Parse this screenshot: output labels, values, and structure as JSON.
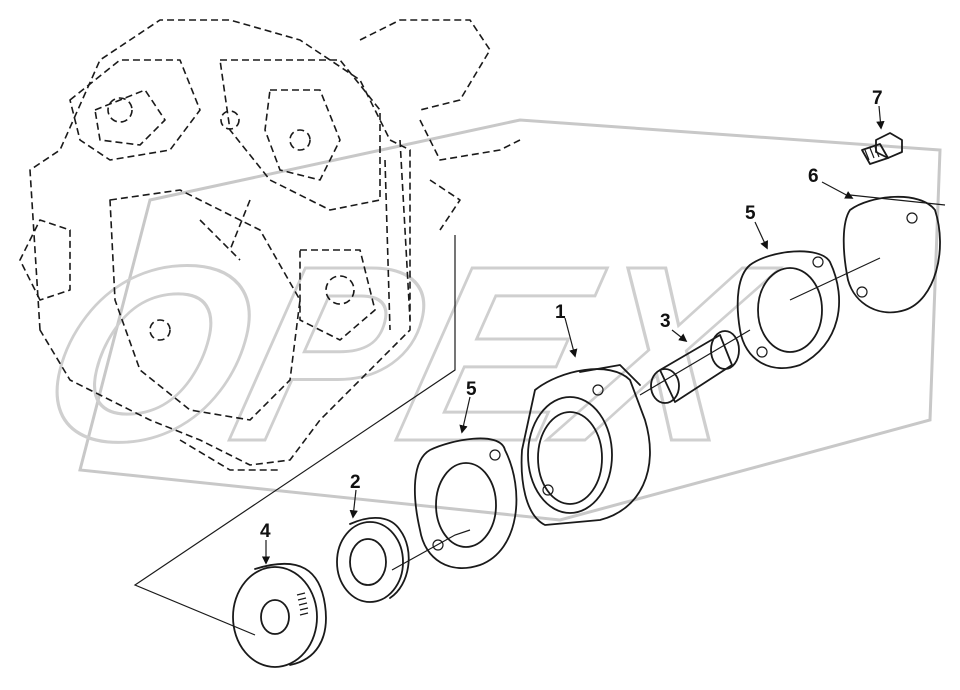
{
  "watermark": {
    "text": "OPEX"
  },
  "callouts": [
    {
      "id": "callout-1",
      "label": "1"
    },
    {
      "id": "callout-2",
      "label": "2"
    },
    {
      "id": "callout-3",
      "label": "3"
    },
    {
      "id": "callout-4",
      "label": "4"
    },
    {
      "id": "callout-5a",
      "label": "5"
    },
    {
      "id": "callout-5b",
      "label": "5"
    },
    {
      "id": "callout-6",
      "label": "6"
    },
    {
      "id": "callout-7",
      "label": "7"
    }
  ]
}
